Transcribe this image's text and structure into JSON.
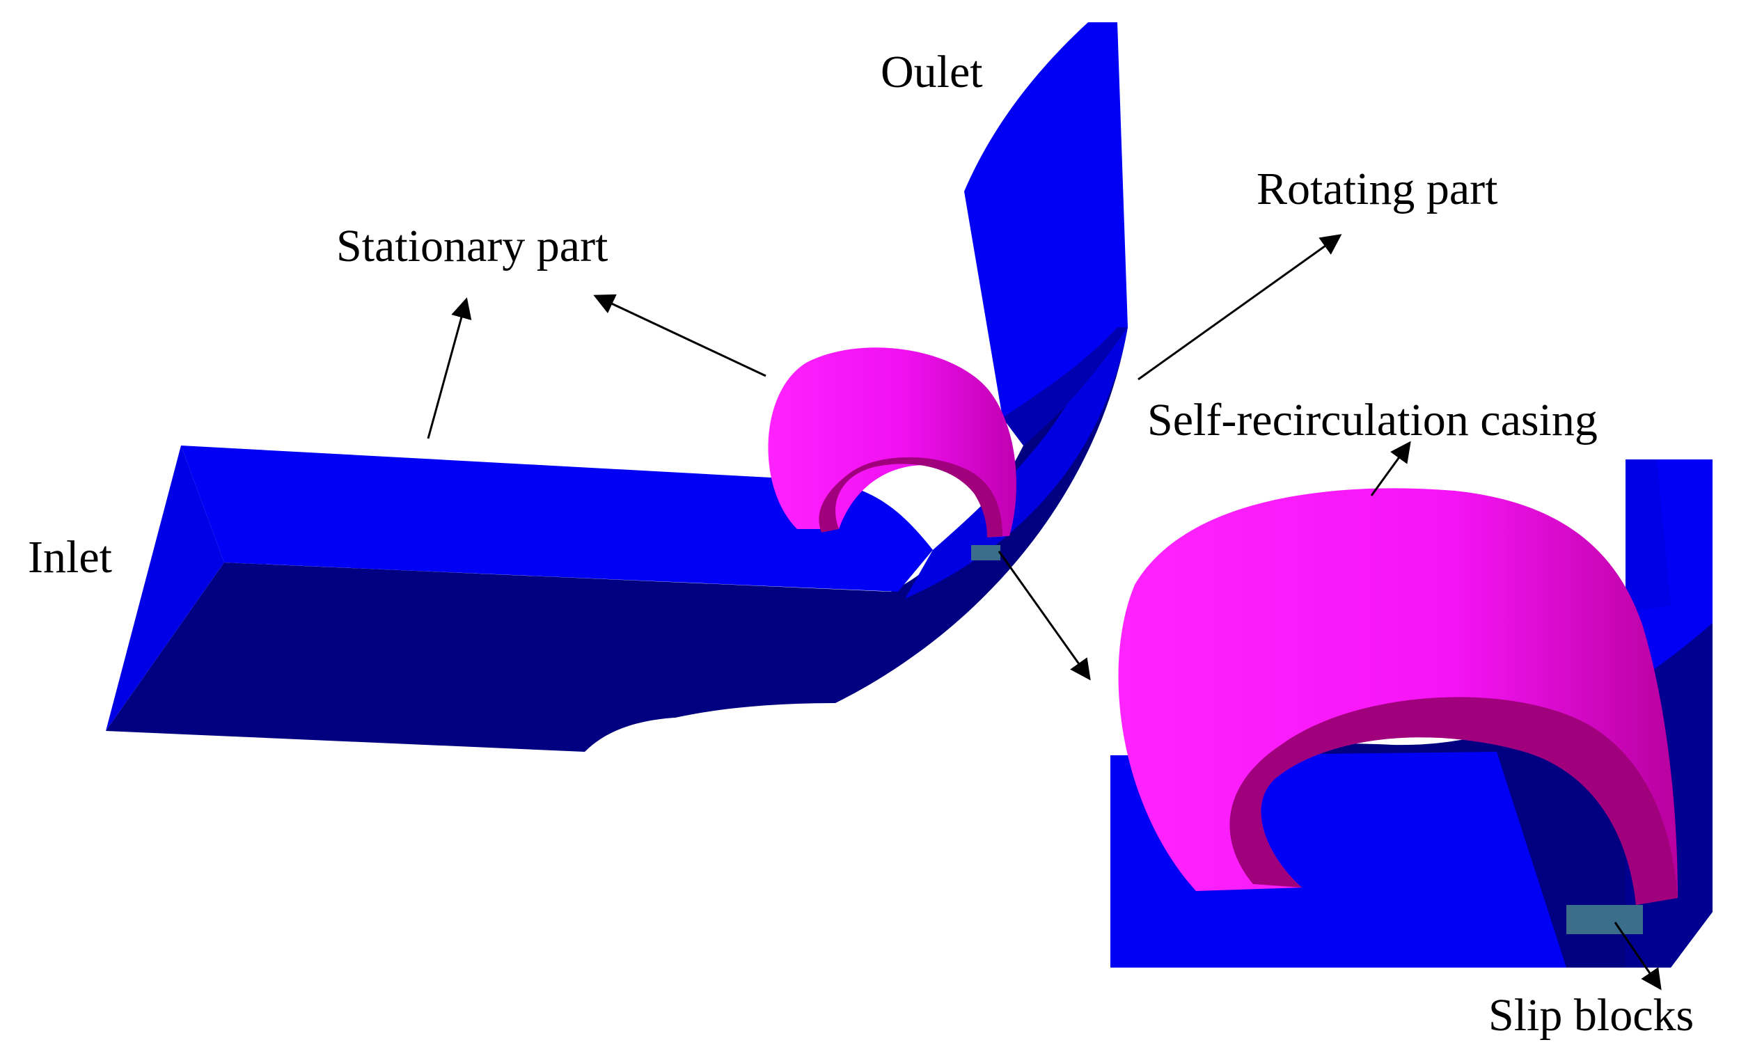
{
  "labels": {
    "outlet": "Oulet",
    "inlet": "Inlet",
    "stationary_part": "Stationary part",
    "rotating_part": "Rotating part",
    "self_recirculation_casing": "Self-recirculation casing",
    "slip_blocks": "Slip blocks"
  },
  "colors": {
    "passage_light": "#0000F5",
    "passage_dark": "#000080",
    "casing_light": "#FF1CFF",
    "casing_dark": "#A0007C",
    "slip_block": "#3A6E8A",
    "arrow": "#000000"
  },
  "icons": {
    "pointer": "arrow-icon"
  }
}
